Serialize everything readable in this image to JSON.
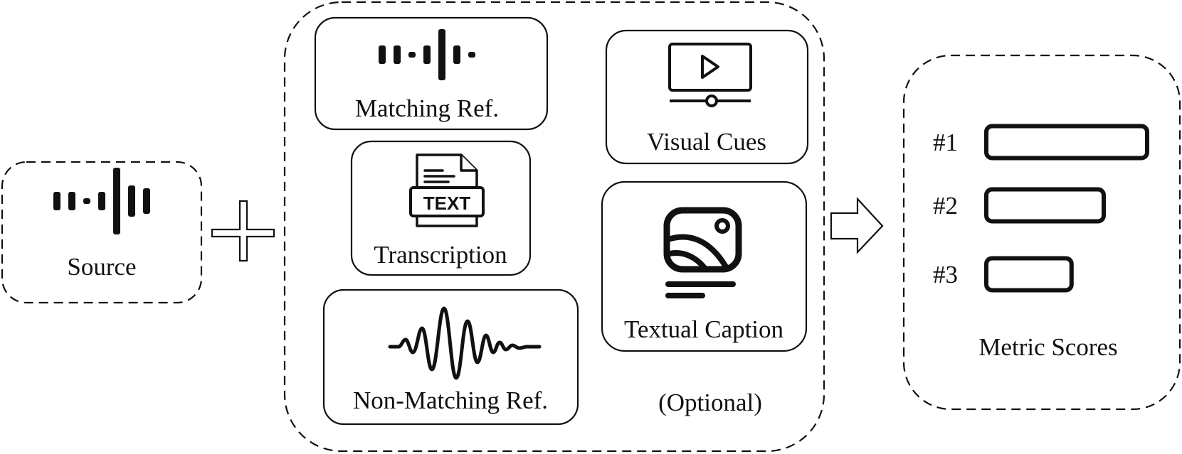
{
  "source": {
    "label": "Source",
    "icon": "waveform-icon"
  },
  "plus": {
    "icon": "plus-icon"
  },
  "references": {
    "optional_note": "(Optional)",
    "items": [
      {
        "label": "Matching Ref.",
        "icon": "waveform-icon"
      },
      {
        "label": "Transcription",
        "icon": "text-document-icon",
        "icon_text": "TEXT"
      },
      {
        "label": "Non-Matching Ref.",
        "icon": "damped-wave-icon"
      },
      {
        "label": "Visual Cues",
        "icon": "video-player-icon"
      },
      {
        "label": "Textual Caption",
        "icon": "image-caption-icon"
      }
    ]
  },
  "arrow": {
    "icon": "right-arrow-icon"
  },
  "metrics": {
    "label": "Metric Scores",
    "ranks": [
      {
        "rank": "#1",
        "score_fraction": 1.0
      },
      {
        "rank": "#2",
        "score_fraction": 0.73
      },
      {
        "rank": "#3",
        "score_fraction": 0.53
      }
    ]
  },
  "colors": {
    "ink": "#111111",
    "background": "#ffffff"
  }
}
